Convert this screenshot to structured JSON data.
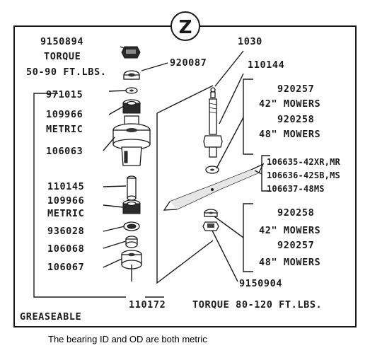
{
  "diagram": {
    "section_letter": "Z",
    "left_labels": {
      "part_9150894": "9150894",
      "torque_label": "TORQUE",
      "torque_value": "50-90 FT.LBS.",
      "part_920087": "920087",
      "part_971015": "971015",
      "part_109966_a": "109966",
      "metric_a": "METRIC",
      "part_106063": "106063",
      "part_110145": "110145",
      "part_109966_b": "109966",
      "metric_b": "METRIC",
      "part_936028": "936028",
      "part_106068": "106068",
      "part_106067": "106067",
      "part_110172": "110172",
      "greaseable": "GREASEABLE"
    },
    "right_labels": {
      "part_1030": "1030",
      "part_110144": "110144",
      "upper_p1": "920257",
      "upper_m1": "42\" MOWERS",
      "upper_p2": "920258",
      "upper_m2": "48\" MOWERS",
      "blade_1": "106635-42XR,MR",
      "blade_2": "106636-42SB,MS",
      "blade_3": "106637-48MS",
      "lower_p1": "920258",
      "lower_m1": "42\" MOWERS",
      "lower_p2": "920257",
      "lower_m2": "48\" MOWERS",
      "part_9150904": "9150904",
      "torque_bottom": "TORQUE 80-120 FT.LBS."
    }
  },
  "caption": "The bearing ID and OD are both metric"
}
